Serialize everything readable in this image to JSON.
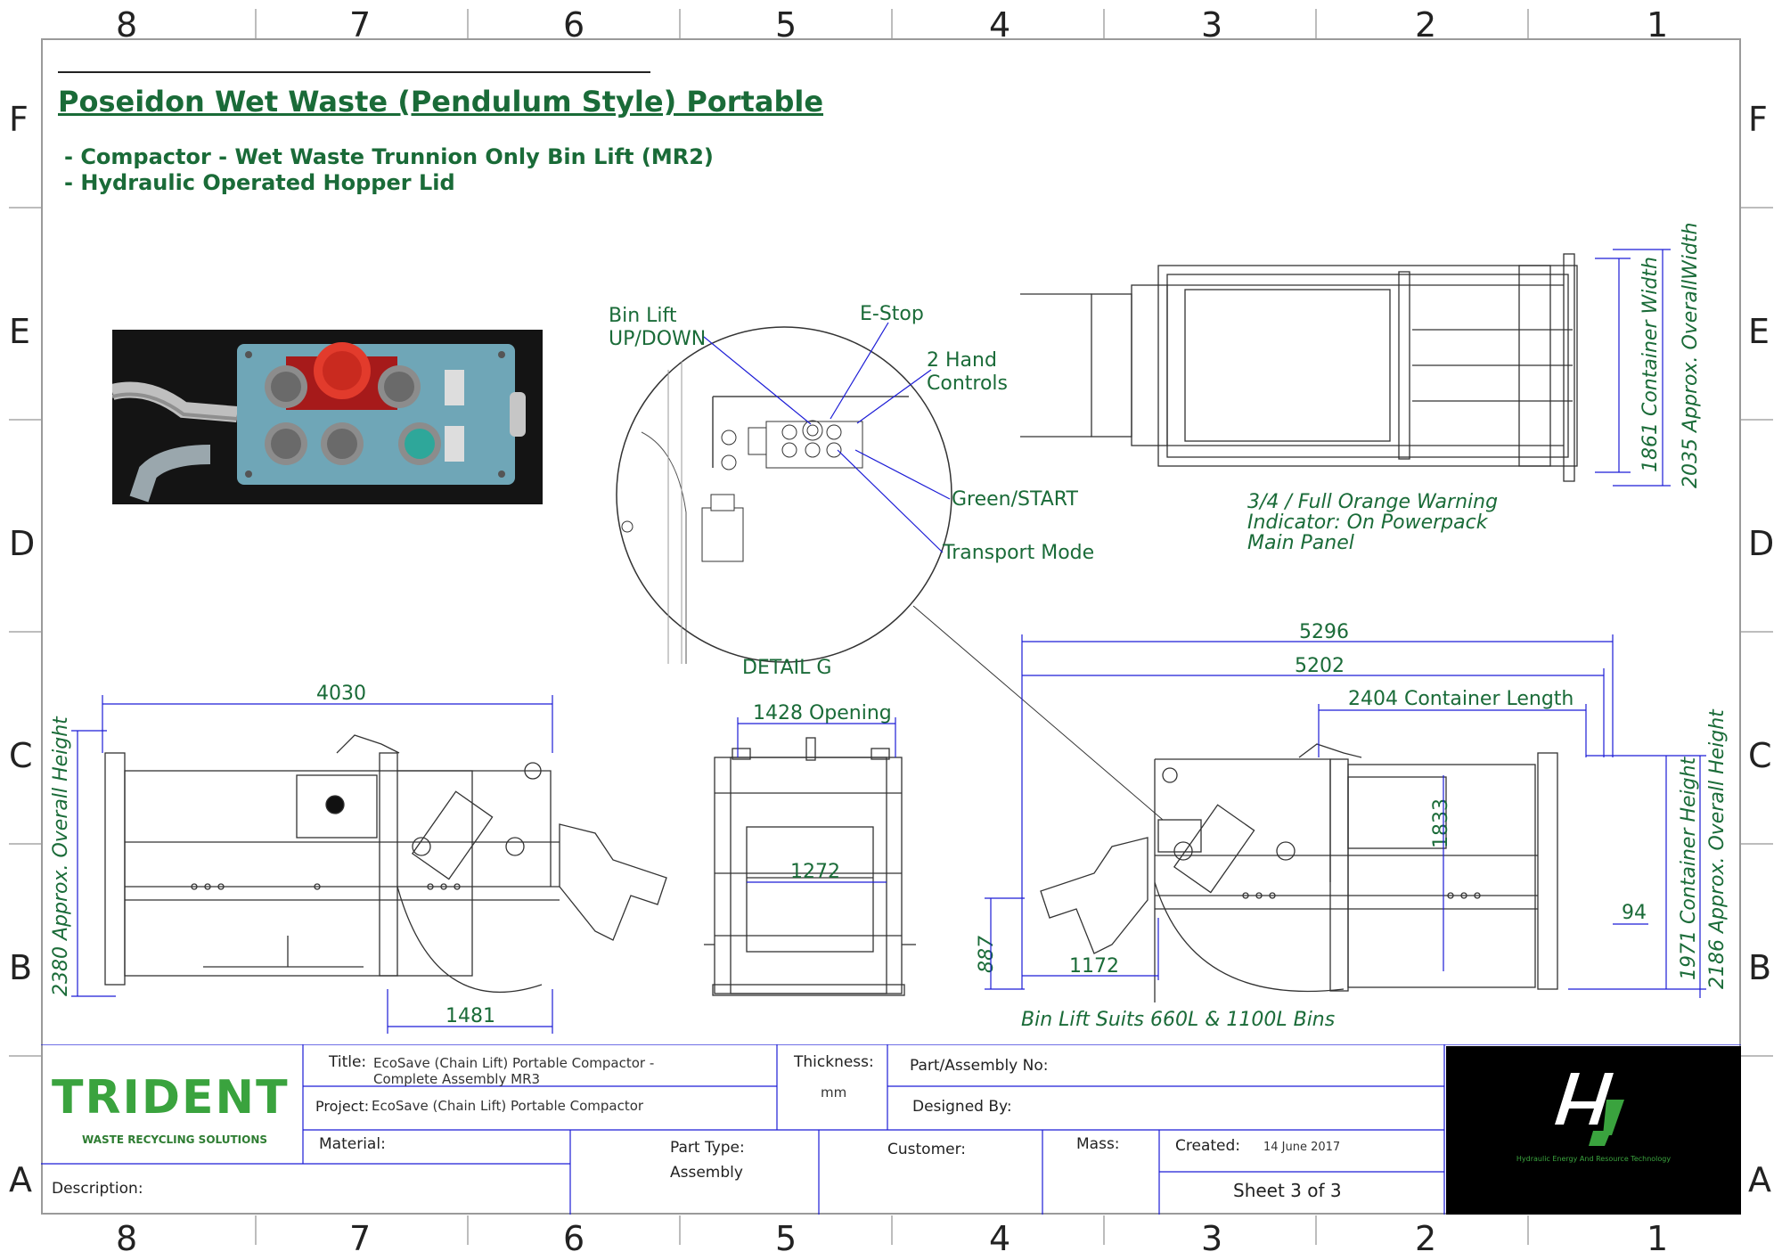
{
  "zones": {
    "cols": [
      "8",
      "7",
      "6",
      "5",
      "4",
      "3",
      "2",
      "1"
    ],
    "rows": [
      "F",
      "E",
      "D",
      "C",
      "B",
      "A"
    ]
  },
  "header": {
    "title": "Poseidon Wet Waste (Pendulum Style) Portable",
    "bullets": [
      "- Compactor - Wet Waste Trunnion Only Bin Lift (MR2)",
      "- Hydraulic Operated Hopper Lid"
    ]
  },
  "detail": {
    "label": "DETAIL G",
    "callouts": {
      "bin_lift": "Bin Lift\nUP/DOWN",
      "estop": "E-Stop",
      "two_hand": "2 Hand\nControls",
      "green_start": "Green/START",
      "transport": "Transport Mode"
    }
  },
  "plan_view": {
    "note": "3/4 / Full Orange Warning\nIndicator: On Powerpack\nMain Panel",
    "container_width": "1861 Container Width",
    "overall_width": "2035 Approx. OverallWidth"
  },
  "left_view": {
    "overall_length": "4030",
    "overall_height": "2380 Approx. Overall Height",
    "bottom_dim": "1481"
  },
  "end_view": {
    "opening": "1428 Opening",
    "inner": "1272"
  },
  "right_view": {
    "d1": "5296",
    "d2": "5202",
    "container_length": "2404 Container Length",
    "d_1833": "1833",
    "d_887": "887",
    "d_1172": "1172",
    "d_94": "94",
    "container_height": "1971 Container Height",
    "overall_height": "2186 Approx. Overall Height",
    "note": "Bin Lift Suits 660L & 1100L Bins"
  },
  "title_block": {
    "logo_main": "TRIDENT",
    "logo_sub": "WASTE RECYCLING SOLUTIONS",
    "title_label": "Title:",
    "title_value": "EcoSave (Chain Lift) Portable Compactor -\nComplete Assembly MR3",
    "project_label": "Project:",
    "project_value": "EcoSave (Chain Lift) Portable Compactor",
    "thickness_label": "Thickness:",
    "thickness_value": "mm",
    "part_no_label": "Part/Assembly No:",
    "designed_label": "Designed By:",
    "material_label": "Material:",
    "part_type_label": "Part Type:",
    "part_type_value": "Assembly",
    "customer_label": "Customer:",
    "mass_label": "Mass:",
    "created_label": "Created:",
    "created_value": "14 June 2017",
    "sheet": "Sheet 3 of 3",
    "description_label": "Description:",
    "brand_tagline": "Hydraulic Energy And Resource Technology"
  },
  "colors": {
    "green": "#1a6b38",
    "dim_blue": "#1c1cd6",
    "panel_teal": "#6fa6b7"
  }
}
